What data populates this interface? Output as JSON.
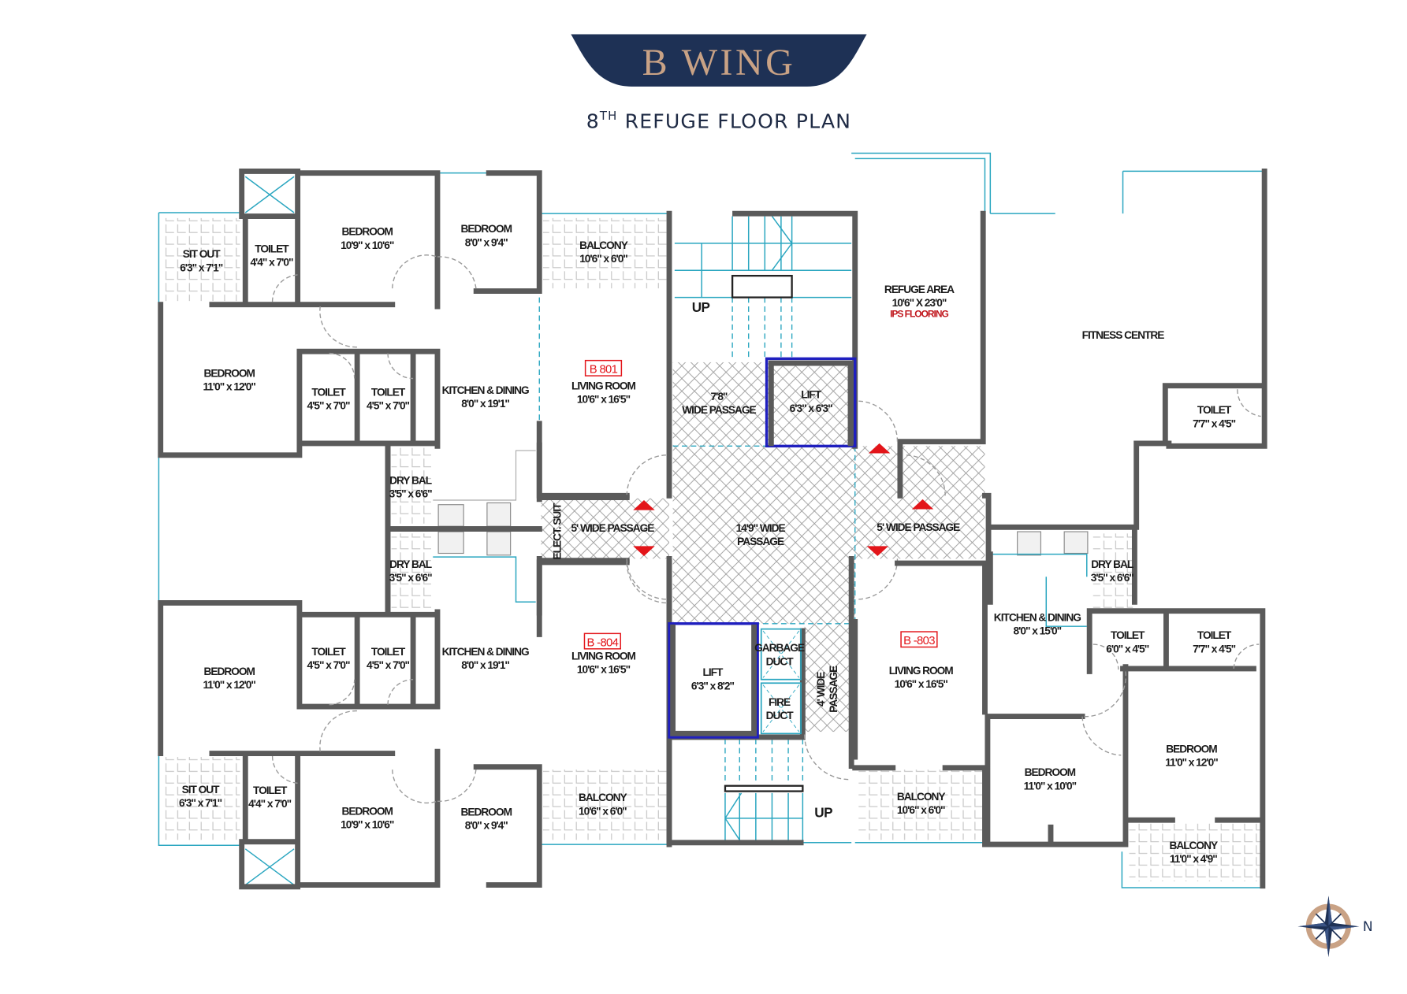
{
  "header": {
    "wing_title": "B WING",
    "plan_number": "8",
    "plan_superscript": "TH",
    "plan_title": "REFUGE FLOOR PLAN"
  },
  "colors": {
    "banner": "#1e3155",
    "banner_text": "#c9a285",
    "wall": "#5a5a5a",
    "window": "#2aa6c0",
    "lift": "#1f1fbf",
    "badge": "#e3151a"
  },
  "units": [
    "B 801",
    "B -804",
    "B -803"
  ],
  "stairs": [
    "UP",
    "UP"
  ],
  "compass": {
    "label": "N",
    "icon": "compass-rose-icon"
  },
  "rooms": [
    {
      "l1": "SIT OUT",
      "l2": "6'3\" x 7'1\""
    },
    {
      "l1": "TOILET",
      "l2": "4'4\" x 7'0\""
    },
    {
      "l1": "BEDROOM",
      "l2": "10'9\" x 10'6\""
    },
    {
      "l1": "BEDROOM",
      "l2": "8'0\" x 9'4\""
    },
    {
      "l1": "BALCONY",
      "l2": "10'6\" x 6'0\""
    },
    {
      "l1": "BEDROOM",
      "l2": "11'0\" x 12'0\""
    },
    {
      "l1": "TOILET",
      "l2": "4'5\" x 7'0\""
    },
    {
      "l1": "TOILET",
      "l2": "4'5\" x 7'0\""
    },
    {
      "l1": "KITCHEN & DINING",
      "l2": "8'0\" x 19'1\""
    },
    {
      "l1": "LIVING ROOM",
      "l2": "10'6\" x 16'5\""
    },
    {
      "l1": "DRY BAL",
      "l2": "3'5\" x 6'6\""
    },
    {
      "l1": "DRY BAL",
      "l2": "3'5\" x 6'6\""
    },
    {
      "l1": "7'8\"",
      "l2": "WIDE PASSAGE"
    },
    {
      "l1": "LIFT",
      "l2": "6'3\" x 6'3\""
    },
    {
      "l1": "REFUGE AREA",
      "l2": "10'6\" X 23'0\"",
      "l3": "IPS FLOORING"
    },
    {
      "l1": "FITNESS CENTRE"
    },
    {
      "l1": "TOILET",
      "l2": "7'7\" x 4'5\""
    },
    {
      "l1": "5' WIDE PASSAGE"
    },
    {
      "l1": "14'9\" WIDE",
      "l2": "PASSAGE"
    },
    {
      "l1": "5' WIDE PASSAGE"
    },
    {
      "l1": "ELECT. SUIT"
    },
    {
      "l1": "BEDROOM",
      "l2": "11'0\" x 12'0\""
    },
    {
      "l1": "TOILET",
      "l2": "4'5\" x 7'0\""
    },
    {
      "l1": "TOILET",
      "l2": "4'5\" x 7'0\""
    },
    {
      "l1": "KITCHEN & DINING",
      "l2": "8'0\" x 19'1\""
    },
    {
      "l1": "LIVING ROOM",
      "l2": "10'6\" x 16'5\""
    },
    {
      "l1": "SIT OUT",
      "l2": "6'3\" x 7'1\""
    },
    {
      "l1": "TOILET",
      "l2": "4'4\" x 7'0\""
    },
    {
      "l1": "BEDROOM",
      "l2": "10'9\" x 10'6\""
    },
    {
      "l1": "BEDROOM",
      "l2": "8'0\" x 9'4\""
    },
    {
      "l1": "BALCONY",
      "l2": "10'6\" x 6'0\""
    },
    {
      "l1": "LIFT",
      "l2": "6'3\" x 8'2\""
    },
    {
      "l1": "GARBAGE",
      "l2": "DUCT"
    },
    {
      "l1": "FIRE",
      "l2": "DUCT"
    },
    {
      "l1": "4' WIDE",
      "l2": "PASSAGE"
    },
    {
      "l1": "LIVING ROOM",
      "l2": "10'6\" x 16'5\""
    },
    {
      "l1": "KITCHEN & DINING",
      "l2": "8'0\" x 15'0\""
    },
    {
      "l1": "DRY BAL",
      "l2": "3'5\" x 6'6\""
    },
    {
      "l1": "TOILET",
      "l2": "6'0\" x 4'5\""
    },
    {
      "l1": "TOILET",
      "l2": "7'7\" x 4'5\""
    },
    {
      "l1": "BEDROOM",
      "l2": "11'0\" x 12'0\""
    },
    {
      "l1": "BEDROOM",
      "l2": "11'0\" x 10'0\""
    },
    {
      "l1": "BALCONY",
      "l2": "10'6\" x 6'0\""
    },
    {
      "l1": "BALCONY",
      "l2": "11'0\" x 4'9\""
    }
  ]
}
